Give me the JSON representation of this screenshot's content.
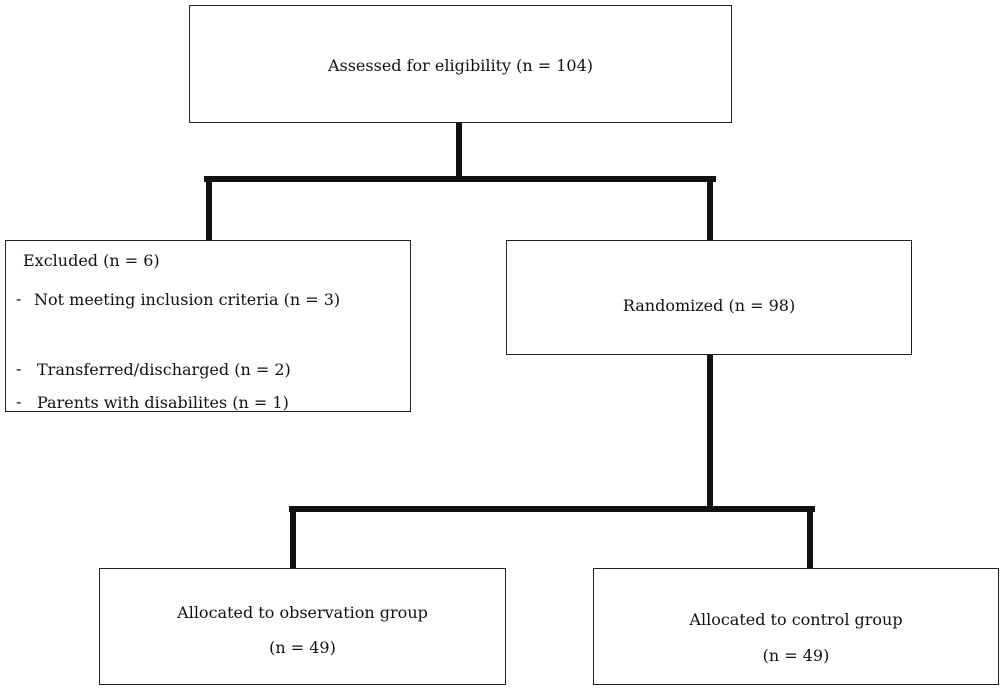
{
  "assessed": {
    "text": "Assessed for eligibility (n = 104)"
  },
  "excluded": {
    "title": "Excluded (n = 6)",
    "items": [
      {
        "bullet": "-",
        "text": "Not meeting inclusion criteria (n = 3)"
      },
      {
        "bullet": "-",
        "text": "Transferred/discharged (n = 2)"
      },
      {
        "bullet": "-",
        "text": "Parents with disabilites (n = 1)"
      }
    ]
  },
  "randomized": {
    "text": "Randomized (n = 98)"
  },
  "observation": {
    "label": "Allocated to observation group",
    "count": "(n = 49)"
  },
  "control": {
    "label": "Allocated to control group",
    "count": "(n = 49)"
  }
}
